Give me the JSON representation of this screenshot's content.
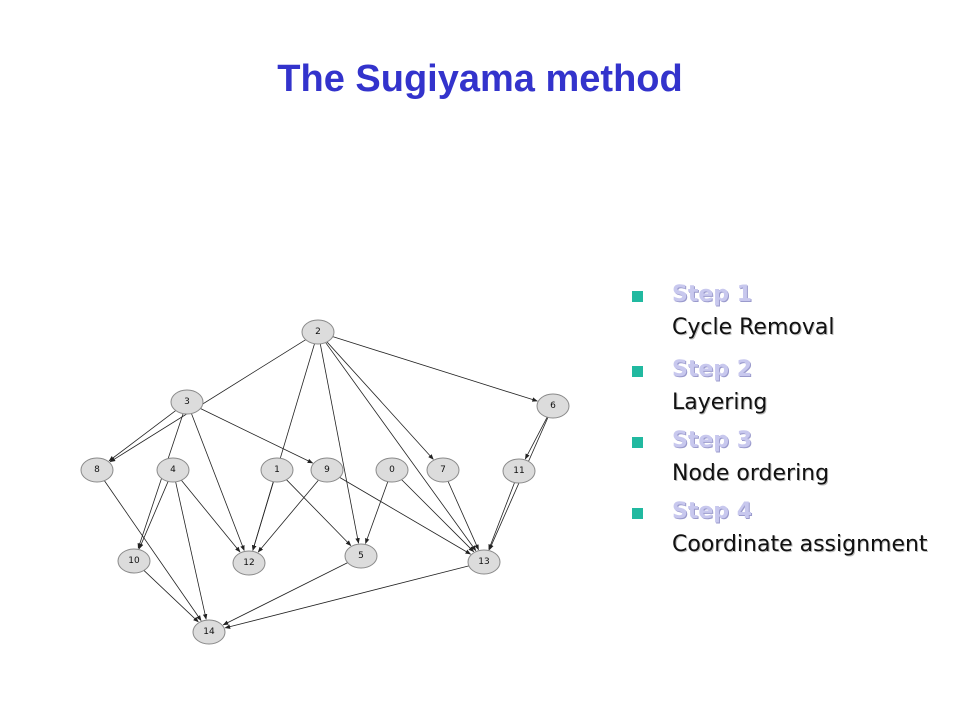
{
  "title": "The Sugiyama method",
  "graph": {
    "nodes": [
      "0",
      "1",
      "2",
      "3",
      "4",
      "5",
      "6",
      "7",
      "8",
      "9",
      "10",
      "11",
      "12",
      "13",
      "14"
    ],
    "edges": [
      [
        "2",
        "8"
      ],
      [
        "2",
        "12"
      ],
      [
        "2",
        "5"
      ],
      [
        "2",
        "7"
      ],
      [
        "2",
        "13"
      ],
      [
        "2",
        "6"
      ],
      [
        "3",
        "8"
      ],
      [
        "3",
        "10"
      ],
      [
        "3",
        "12"
      ],
      [
        "3",
        "9"
      ],
      [
        "4",
        "10"
      ],
      [
        "4",
        "12"
      ],
      [
        "4",
        "14"
      ],
      [
        "1",
        "12"
      ],
      [
        "1",
        "5"
      ],
      [
        "9",
        "12"
      ],
      [
        "9",
        "13"
      ],
      [
        "0",
        "5"
      ],
      [
        "0",
        "13"
      ],
      [
        "7",
        "13"
      ],
      [
        "6",
        "11"
      ],
      [
        "6",
        "13"
      ],
      [
        "11",
        "13"
      ],
      [
        "8",
        "14"
      ],
      [
        "10",
        "14"
      ],
      [
        "5",
        "14"
      ],
      [
        "13",
        "14"
      ]
    ]
  },
  "steps": [
    {
      "title": "Step 1",
      "desc": "Cycle Removal"
    },
    {
      "title": "Step 2",
      "desc": "Layering"
    },
    {
      "title": "Step 3",
      "desc": "Node ordering"
    },
    {
      "title": "Step 4",
      "desc": "Coordinate assignment"
    }
  ],
  "colors": {
    "title": "#3333cc",
    "bullet": "#21b9a0",
    "node_fill": "#dcdcdc"
  }
}
